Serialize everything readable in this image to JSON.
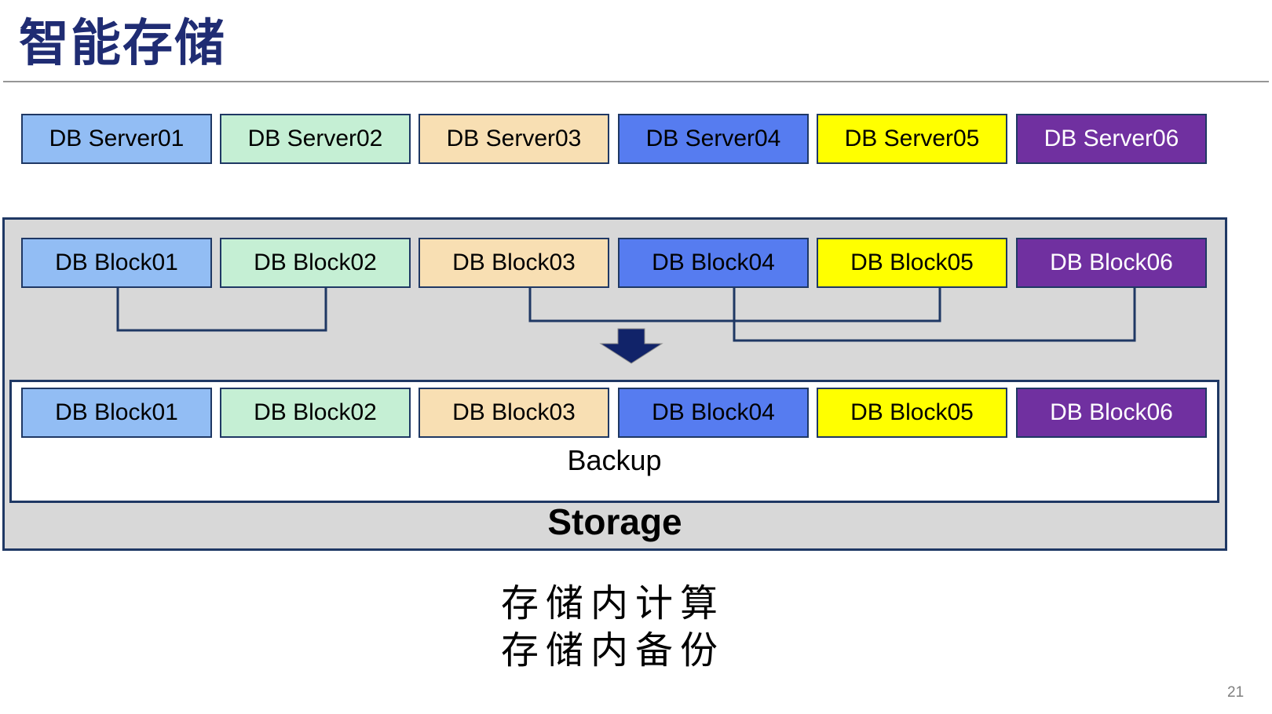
{
  "slide": {
    "title": "智能存储",
    "caption_line1": "存储内计算",
    "caption_line2": "存储内备份",
    "page_number": "21"
  },
  "colors": {
    "title": "#1F2C73",
    "border": "#1F3864",
    "rule": "#969696",
    "container_fill": "#D8D8D8",
    "arrow": "#112369",
    "page_number": "#7F7F7F"
  },
  "servers": {
    "items": [
      {
        "label": "DB Server01",
        "fill": "#92BDF4",
        "text": "#000000"
      },
      {
        "label": "DB Server02",
        "fill": "#C5EFD4",
        "text": "#000000"
      },
      {
        "label": "DB Server03",
        "fill": "#F8DFB3",
        "text": "#000000"
      },
      {
        "label": "DB Server04",
        "fill": "#567CF0",
        "text": "#000000"
      },
      {
        "label": "DB Server05",
        "fill": "#FFFF00",
        "text": "#000000"
      },
      {
        "label": "DB Server06",
        "fill": "#7030A0",
        "text": "#FFFFFF"
      }
    ]
  },
  "storage": {
    "backup_label": "Backup",
    "storage_label": "Storage",
    "top_blocks": {
      "items": [
        {
          "label": "DB Block01",
          "fill": "#92BDF4",
          "text": "#000000"
        },
        {
          "label": "DB Block02",
          "fill": "#C5EFD4",
          "text": "#000000"
        },
        {
          "label": "DB Block03",
          "fill": "#F8DFB3",
          "text": "#000000"
        },
        {
          "label": "DB Block04",
          "fill": "#567CF0",
          "text": "#000000"
        },
        {
          "label": "DB Block05",
          "fill": "#FFFF00",
          "text": "#000000"
        },
        {
          "label": "DB Block06",
          "fill": "#7030A0",
          "text": "#FFFFFF"
        }
      ]
    },
    "bottom_blocks": {
      "items": [
        {
          "label": "DB Block01",
          "fill": "#92BDF4",
          "text": "#000000"
        },
        {
          "label": "DB Block02",
          "fill": "#C5EFD4",
          "text": "#000000"
        },
        {
          "label": "DB Block03",
          "fill": "#F8DFB3",
          "text": "#000000"
        },
        {
          "label": "DB Block04",
          "fill": "#567CF0",
          "text": "#000000"
        },
        {
          "label": "DB Block05",
          "fill": "#FFFF00",
          "text": "#000000"
        },
        {
          "label": "DB Block06",
          "fill": "#7030A0",
          "text": "#FFFFFF"
        }
      ]
    }
  }
}
